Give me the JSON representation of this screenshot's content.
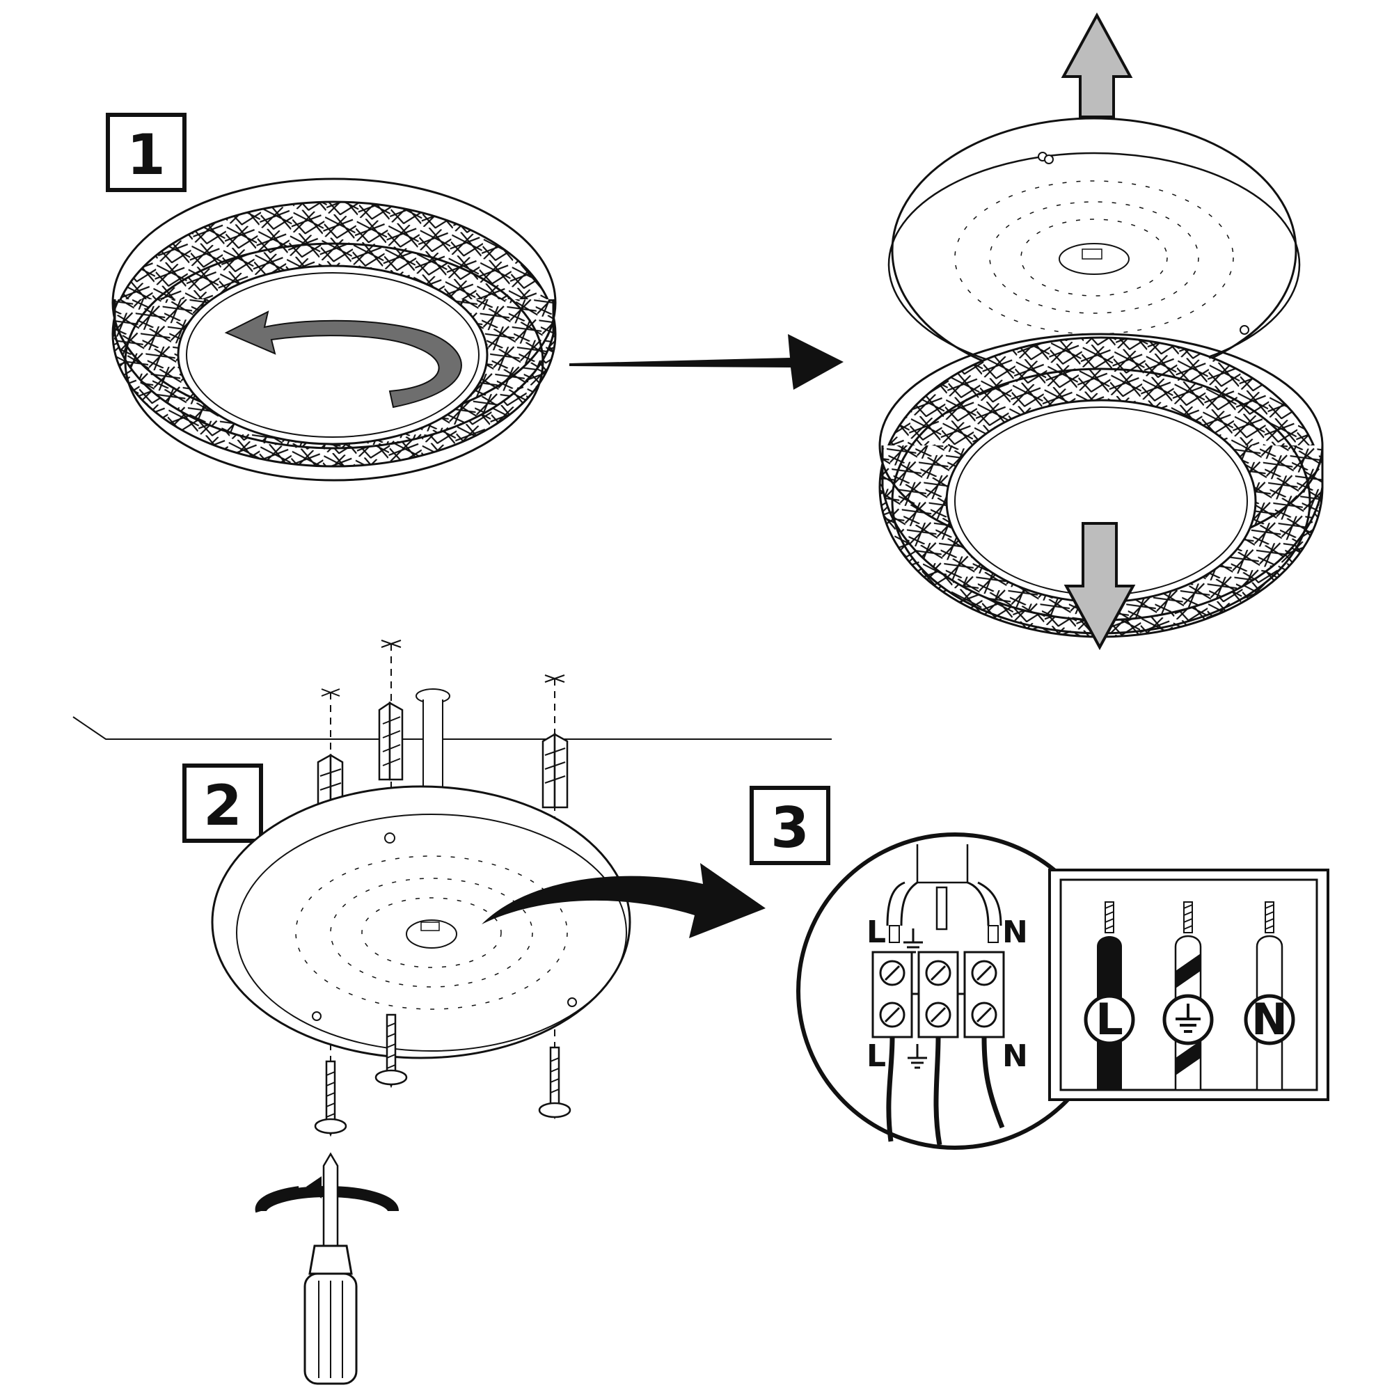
{
  "steps": [
    {
      "number": "1"
    },
    {
      "number": "2"
    },
    {
      "number": "3"
    }
  ],
  "terminal_labels": {
    "top": [
      "L",
      "N"
    ],
    "bottom": [
      "L",
      "N"
    ],
    "earth_icon": "ground-icon"
  },
  "wire_legend": {
    "items": [
      {
        "label": "L",
        "wire_color": "#111111",
        "style": "solid-black"
      },
      {
        "icon": "ground-icon",
        "wire_color": "#ffffff",
        "style": "striped"
      },
      {
        "label": "N",
        "wire_color": "#ffffff",
        "style": "plain-white"
      }
    ]
  },
  "colors": {
    "line": "#111111",
    "arrow_fill": "#bdbdbd",
    "rotate_arrow": "#6e6e6e",
    "background": "#ffffff"
  },
  "icons": [
    "rotate-arrow-icon",
    "arrow-up-icon",
    "arrow-down-icon",
    "arrow-right-icon",
    "curved-arrow-icon",
    "screwdriver-icon",
    "screw-icon",
    "wall-plug-icon",
    "ground-icon"
  ]
}
